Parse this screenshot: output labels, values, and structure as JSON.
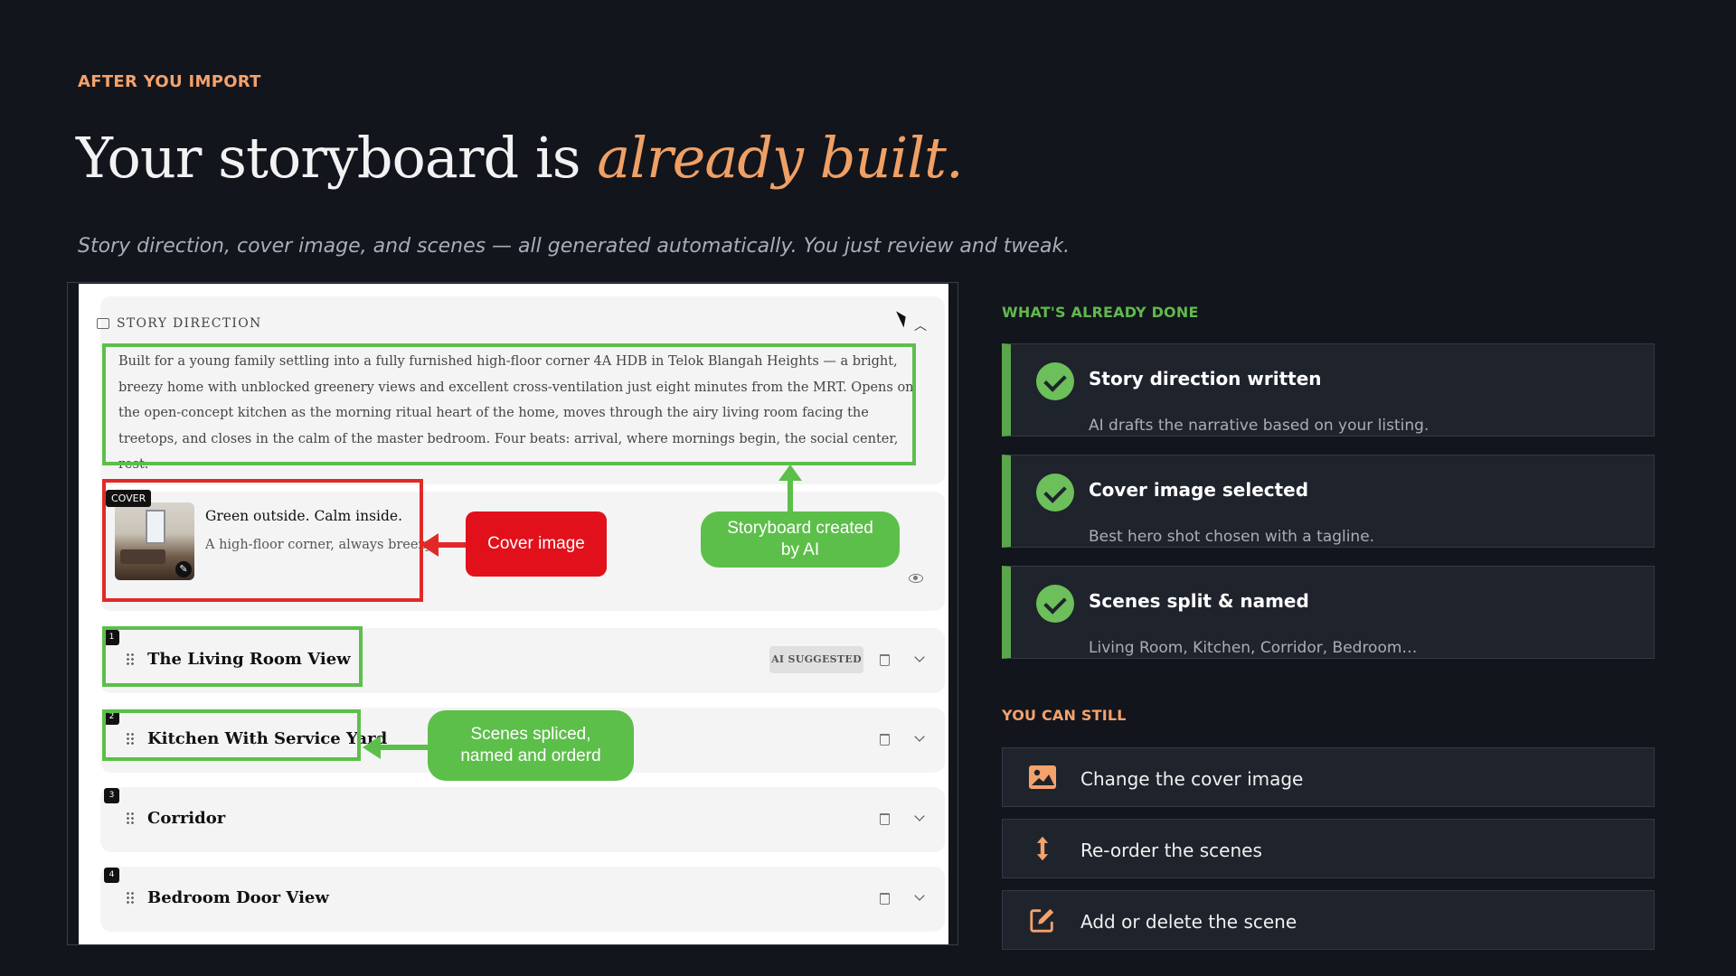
{
  "eyebrow": "AFTER YOU IMPORT",
  "title": {
    "main": "Your storyboard is ",
    "accent": "already built."
  },
  "subtitle": "Story direction, cover image, and scenes — all generated automatically. You just review and tweak.",
  "screenshot": {
    "story_direction": {
      "heading": "STORY DIRECTION",
      "text": "Built for a young family settling into a fully furnished high-floor corner 4A HDB in Telok Blangah Heights — a bright, breezy home with unblocked greenery views and excellent cross-ventilation just eight minutes from the MRT. Opens on the open-concept kitchen as the morning ritual heart of the home, moves through the airy living room facing the treetops, and closes in the calm of the master bedroom. Four beats: arrival, where mornings begin, the social center, rest."
    },
    "cover": {
      "badge": "COVER",
      "title": "Green outside. Calm inside.",
      "subtitle": "A high-floor corner, always breezy"
    },
    "scenes": [
      {
        "num": "1",
        "title": "The Living Room View",
        "badge": "AI SUGGESTED"
      },
      {
        "num": "2",
        "title": "Kitchen With Service Yard"
      },
      {
        "num": "3",
        "title": "Corridor"
      },
      {
        "num": "4",
        "title": "Bedroom Door View"
      }
    ],
    "annotations": {
      "cover_image": "Cover image",
      "storyboard_ai": "Storyboard created by AI",
      "scenes_spliced": "Scenes spliced, named and orderd"
    }
  },
  "done": {
    "label": "WHAT'S ALREADY DONE",
    "items": [
      {
        "title": "Story direction written",
        "desc": "AI drafts the narrative based on your listing."
      },
      {
        "title": "Cover image selected",
        "desc": "Best hero shot chosen with a tagline."
      },
      {
        "title": "Scenes split & named",
        "desc": "Living Room, Kitchen, Corridor, Bedroom…"
      }
    ]
  },
  "still": {
    "label": "YOU CAN STILL",
    "items": [
      {
        "label": "Change the cover image",
        "icon": "image-icon"
      },
      {
        "label": "Re-order the scenes",
        "icon": "reorder-arrows-icon"
      },
      {
        "label": "Add or delete the scene",
        "icon": "edit-icon"
      }
    ]
  },
  "colors": {
    "accent_orange": "#f0a064",
    "accent_green": "#5cbf4a",
    "annotation_red": "#e12a28",
    "background": "#12151c"
  }
}
